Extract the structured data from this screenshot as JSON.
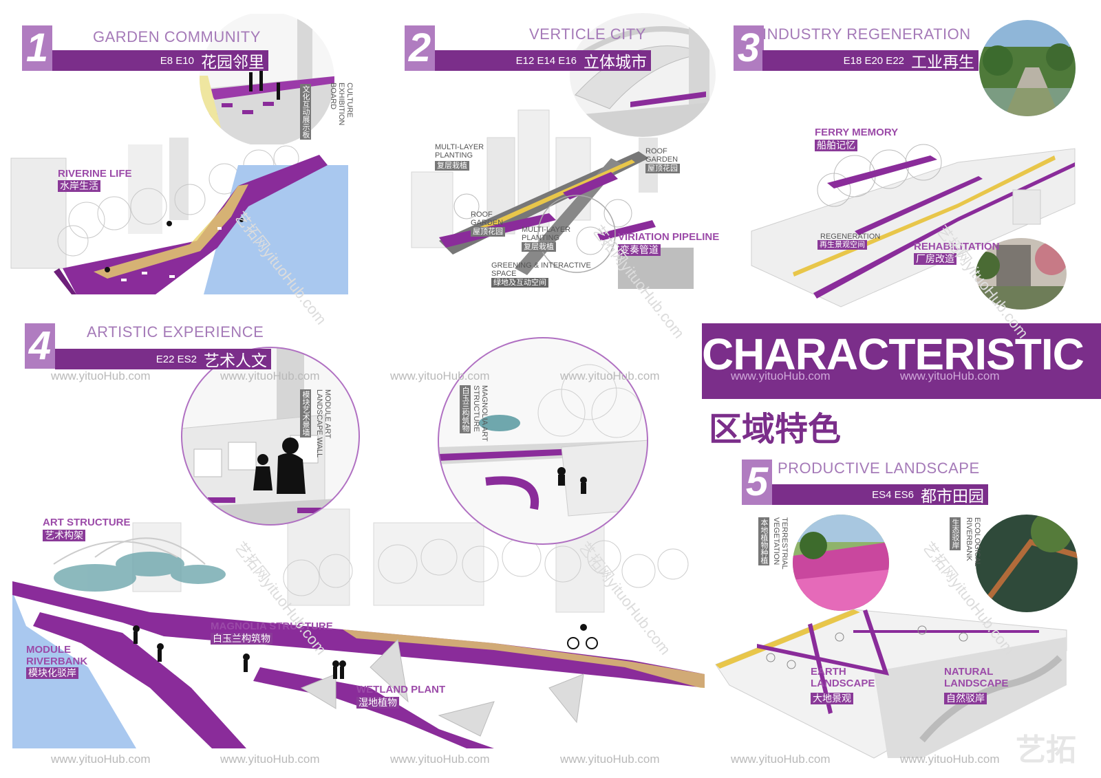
{
  "colors": {
    "accent": "#7b2e8a",
    "accent_light": "#b07cc0",
    "title": "#a57ab8",
    "water": "#a9c8ef",
    "path": "#8a2c9a",
    "gold": "#e8c64a"
  },
  "sections": [
    {
      "number": "1",
      "title": "GARDEN COMMUNITY",
      "codes": "E8 E10",
      "cn": "花园邻里"
    },
    {
      "number": "2",
      "title": "VERTICLE CITY",
      "codes": "E12 E14 E16",
      "cn": "立体城市"
    },
    {
      "number": "3",
      "title": "INDUSTRY REGENERATION",
      "codes": "E18 E20 E22",
      "cn": "工业再生"
    },
    {
      "number": "4",
      "title": "ARTISTIC EXPERIENCE",
      "codes": "E22 ES2",
      "cn": "艺术人文"
    },
    {
      "number": "5",
      "title": "PRODUCTIVE LANDSCAPE",
      "codes": "ES4 ES6",
      "cn": "都市田园"
    }
  ],
  "main_title": {
    "en": "CHARACTERISTIC",
    "cn": "区域特色"
  },
  "labels": {
    "culture_board_en": "CULTURE EXHIBITION BOARD",
    "culture_board_cn": "文化互动展示板",
    "riverine_en": "RIVERINE LIFE",
    "riverine_cn": "水岸生活",
    "multi_planting_en": "MULTI-LAYER PLANTING",
    "multi_planting_cn": "复层栽植",
    "roof_garden_en": "ROOF GARDEN",
    "roof_garden_cn": "屋顶花园",
    "roof_garden2_en": "ROOF GARDEN",
    "roof_garden2_cn": "屋顶花园",
    "multi_planting2_en": "MULTI-LAYER PLANTING",
    "multi_planting2_cn": "复层栽植",
    "greening_en": "GREENING & INTERACTIVE SPACE",
    "greening_cn": "绿地及互动空间",
    "viriation_en": "VIRIATION PIPELINE",
    "viriation_cn": "变奏管道",
    "ferry_en": "FERRY MEMORY",
    "ferry_cn": "船舶记忆",
    "regeneration_en": "REGENERATION",
    "regeneration_cn": "再生景观空间",
    "rehab_en": "REHABILITATION",
    "rehab_cn": "厂房改造",
    "module_wall_en": "MODULE ART LANDSCAPE WALL",
    "module_wall_cn": "模块艺术景墙",
    "magnolia_art_en": "MAGNOLIA ART STRUCTURE",
    "magnolia_art_cn": "白玉兰构筑物",
    "art_structure_en": "ART STRUCTURE",
    "art_structure_cn": "艺术构架",
    "magnolia_en": "MAGNOLIA STRUCTURE",
    "magnolia_cn": "白玉兰构筑物",
    "module_riverbank_en": "MODULE RIVERBANK",
    "module_riverbank_cn": "模块化驳岸",
    "wetland_en": "WETLAND PLANT",
    "wetland_cn": "湿地植物",
    "terrestrial_en": "TERRESTRIAL VEGETATION",
    "terrestrial_cn": "本地植物种植",
    "eco_riverbank_en": "ECOLOGICAL RIVERBANK",
    "eco_riverbank_cn": "生态驳岸",
    "earth_en": "EARTH LANDSCAPE",
    "earth_cn": "大地景观",
    "natural_en": "NATURAL LANDSCAPE",
    "natural_cn": "自然驳岸"
  },
  "watermark": "www.yituoHub.com",
  "watermark_diag": "艺拓网yituoHub.com",
  "logo_text": "艺拓"
}
